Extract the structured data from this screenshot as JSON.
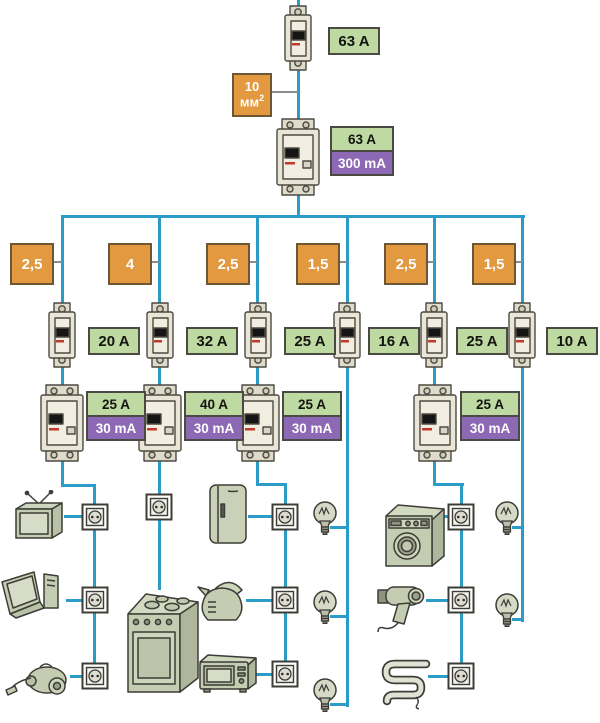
{
  "diagram_type": "home-electrical-wiring-single-line-diagram",
  "feed": {
    "breaker_rating": "63 A",
    "wire": {
      "value": "10",
      "unit": "мм",
      "sup": "2"
    },
    "rcd": {
      "current": "63 A",
      "leakage": "300 mA"
    }
  },
  "circuits": [
    {
      "wire": "2,5",
      "breaker": "20 A",
      "rcd": {
        "current": "25 A",
        "leakage": "30 mA"
      },
      "loads": [
        "tv",
        "socket",
        "computer",
        "socket",
        "vacuum-cleaner",
        "socket"
      ]
    },
    {
      "wire": "4",
      "breaker": "32 A",
      "rcd": {
        "current": "40 A",
        "leakage": "30 mA"
      },
      "loads": [
        "socket",
        "electric-stove"
      ]
    },
    {
      "wire": "2,5",
      "breaker": "25 A",
      "rcd": {
        "current": "25 A",
        "leakage": "30 mA"
      },
      "loads": [
        "refrigerator",
        "socket",
        "kettle",
        "socket",
        "microwave",
        "socket"
      ]
    },
    {
      "wire": "1,5",
      "breaker": "16 A",
      "rcd": null,
      "loads": [
        "lamp",
        "lamp",
        "lamp"
      ]
    },
    {
      "wire": "2,5",
      "breaker": "25 A",
      "rcd": {
        "current": "25 A",
        "leakage": "30 mA"
      },
      "loads": [
        "washing-machine",
        "socket",
        "hair-dryer",
        "socket",
        "heated-towel-rail",
        "socket"
      ]
    },
    {
      "wire": "1,5",
      "breaker": "10 A",
      "rcd": null,
      "loads": [
        "lamp",
        "lamp"
      ]
    }
  ],
  "colors": {
    "wire_blue": "#2b9cc7",
    "label_green": "#bfd9a3",
    "label_purple": "#8d68b5",
    "box_orange": "#e2993f",
    "appliance_sage": "#c4cdb2"
  }
}
